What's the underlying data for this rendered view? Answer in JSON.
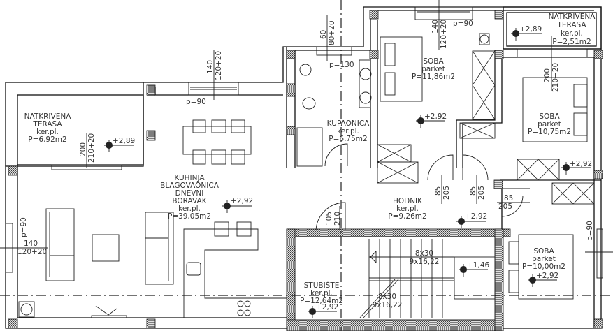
{
  "rooms": {
    "terrace_left": {
      "line1": "NATKRIVENA",
      "line2": "TERASA",
      "floor": "ker.pl.",
      "area": "P=6,92m2"
    },
    "living": {
      "line1": "KUHINJA",
      "line2": "BLAGOVAONICA",
      "line3": "DNEVNI",
      "line4": "BORAVAK",
      "floor": "ker.pl.",
      "area": "P=39,05m2"
    },
    "bathroom": {
      "name": "KUPAONICA",
      "floor": "ker.pl.",
      "area": "P=6,75m2"
    },
    "bedroom1": {
      "name": "SOBA",
      "floor": "parket",
      "area": "P=11,86m2"
    },
    "terrace_right": {
      "line1": "NATKRIVENA",
      "line2": "TERASA",
      "floor": "ker.pl.",
      "area": "P=2,51m2"
    },
    "bedroom2": {
      "name": "SOBA",
      "floor": "parket",
      "area": "P=10,75m2"
    },
    "hallway": {
      "name": "HODNIK",
      "floor": "ker.pl.",
      "area": "P=9,26m2"
    },
    "stairs": {
      "name": "STUBIŠTE",
      "floor": "ker.pl.",
      "area": "P=12,64m2"
    },
    "bedroom3": {
      "name": "SOBA",
      "floor": "parket",
      "area": "P=10,00m2"
    }
  },
  "levels": {
    "terrace_left": "+2,89",
    "living": "+2,92",
    "bedroom1": "+2,92",
    "terrace_right": "+2,89",
    "bedroom2": "+2,92",
    "hallway": "+2,92",
    "stairs_landing": "+1,46",
    "stairs": "+2,92",
    "bedroom3": "+2,92"
  },
  "dimensions": {
    "terrace_left_opening": {
      "a": "200",
      "b": "210+20"
    },
    "living_top_window": {
      "a": "140",
      "b": "120+20",
      "sill": "p=90"
    },
    "living_left_window": {
      "a": "140",
      "b": "120+20",
      "sill": "p=90"
    },
    "bath_window": {
      "a": "60",
      "b": "80+20",
      "sill": "p=130"
    },
    "bedroom1_window": {
      "a": "140",
      "b": "120+20",
      "sill": "p=90"
    },
    "bedroom2_opening": {
      "a": "200",
      "b": "210+20"
    },
    "door_bedroom1": {
      "a": "85",
      "b": "205"
    },
    "door_bedroom2": {
      "a": "85",
      "b": "205"
    },
    "door_bedroom3": {
      "a": "85",
      "b": "205"
    },
    "entry_door": {
      "a": "105",
      "b": "210"
    },
    "bedroom3_window": {
      "sill": "p=90"
    },
    "stair_upper": {
      "a": "8x30",
      "b": "9x16,22"
    },
    "stair_lower": {
      "a": "8x30",
      "b": "9x16,22"
    }
  }
}
